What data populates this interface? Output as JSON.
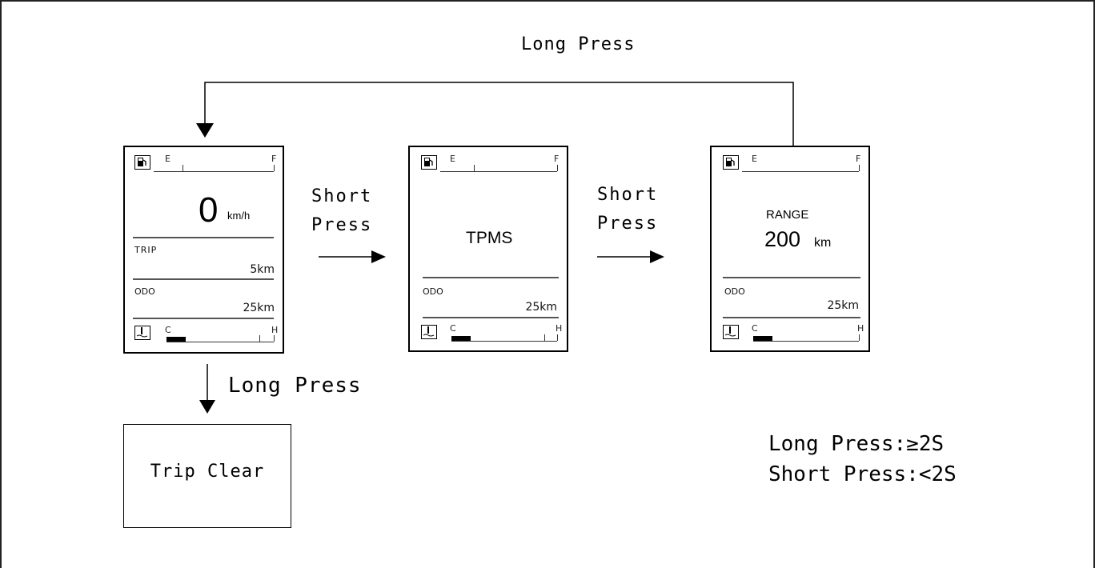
{
  "top_label": "Long Press",
  "short_press_1": [
    "Short",
    "Press"
  ],
  "short_press_2": [
    "Short",
    "Press"
  ],
  "bottom_label": "Long Press",
  "trip_clear": "Trip Clear",
  "legend": {
    "long": "Long Press:≥2S",
    "short": "Short Press:<2S"
  },
  "screens": {
    "speed": {
      "fuel_e": "E",
      "fuel_f": "F",
      "speed_value": "0",
      "speed_unit": "km/h",
      "trip_label": "TRIP",
      "trip_value": "5km",
      "odo_label": "ODO",
      "odo_value": "25km",
      "temp_c": "C",
      "temp_h": "H"
    },
    "tpms": {
      "fuel_e": "E",
      "fuel_f": "F",
      "title": "TPMS",
      "odo_label": "ODO",
      "odo_value": "25km",
      "temp_c": "C",
      "temp_h": "H"
    },
    "range": {
      "fuel_e": "E",
      "fuel_f": "F",
      "range_label": "RANGE",
      "range_value": "200",
      "range_unit": "km",
      "odo_label": "ODO",
      "odo_value": "25km",
      "temp_c": "C",
      "temp_h": "H"
    }
  }
}
